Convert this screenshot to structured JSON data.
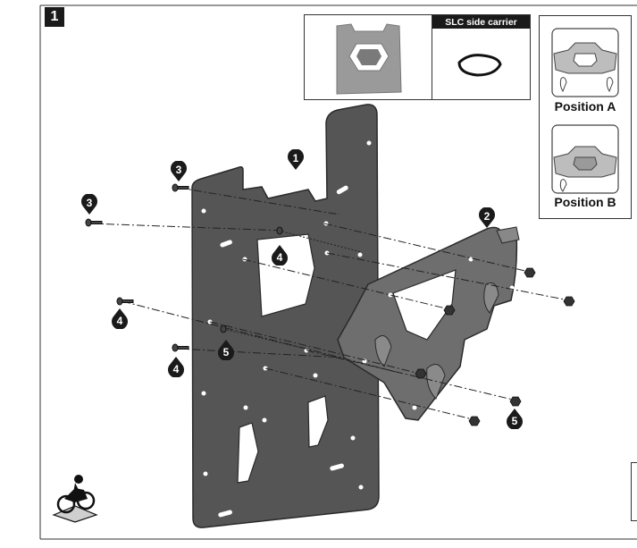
{
  "step": {
    "number": "1"
  },
  "inset": {
    "slc_label": "SLC side carrier"
  },
  "positions": {
    "a_label": "Position A",
    "b_label": "Position B"
  },
  "callouts": {
    "c1": "1",
    "c2": "2",
    "c3a": "3",
    "c3b": "3",
    "c4a": "4",
    "c4b": "4",
    "c4c": "4",
    "c5a": "5",
    "c5b": "5"
  },
  "colors": {
    "plate": "#555555",
    "bracket": "#6e6e6e",
    "badge": "#1a1a1a",
    "inset_gray": "#9a9a9a"
  }
}
